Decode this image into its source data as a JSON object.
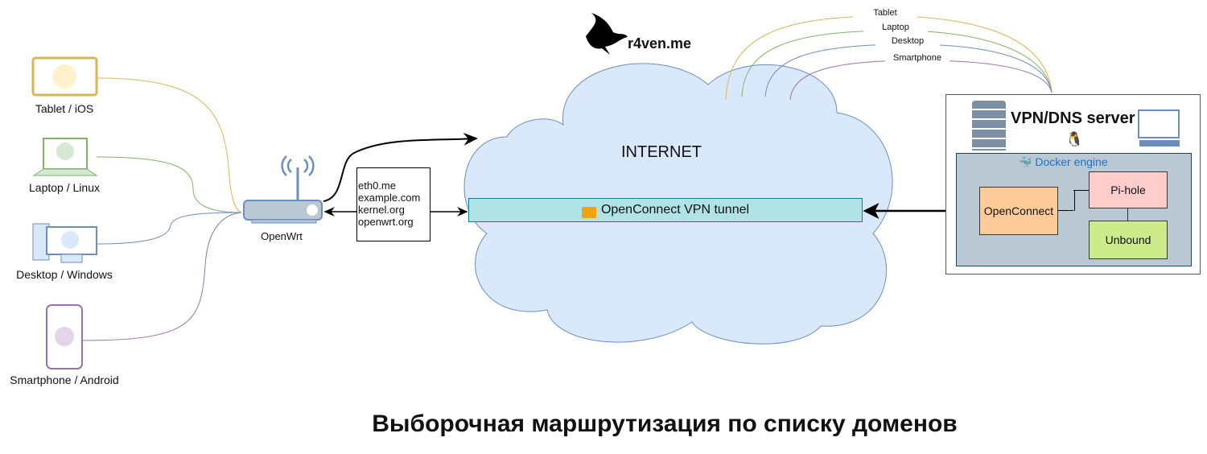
{
  "logo": {
    "text": "r4ven.me"
  },
  "cloud": {
    "label": "INTERNET"
  },
  "tunnel": {
    "label": "OpenConnect VPN tunnel"
  },
  "domains": [
    "eth0.me",
    "example.com",
    "kernel.org",
    "openwrt.org"
  ],
  "router": {
    "label": "OpenWrt"
  },
  "devices": [
    {
      "label": "Tablet / iOS",
      "color": "#d6b656"
    },
    {
      "label": "Laptop / Linux",
      "color": "#82b366"
    },
    {
      "label": "Desktop / Windows",
      "color": "#6c8ebf"
    },
    {
      "label": "Smartphone / Android",
      "color": "#9673a6"
    }
  ],
  "top_links": [
    "Tablet",
    "Laptop",
    "Desktop",
    "Smartphone"
  ],
  "server": {
    "title": "VPN/DNS server",
    "docker": "Docker engine",
    "openconnect": "OpenConnect",
    "pihole": "Pi-hole",
    "unbound": "Unbound"
  },
  "caption": "Выборочная маршрутизация по списку доменов"
}
